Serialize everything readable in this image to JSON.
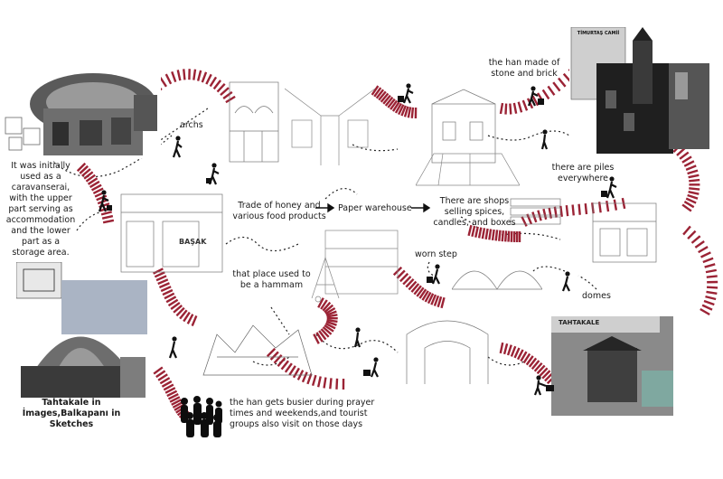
{
  "labels": {
    "archs": "archs",
    "stone_brick": "the han made of\nstone and brick",
    "piles": "there are piles\neverywhere",
    "caravanserai": "It was initially\nused as a\ncaravanserai,\nwith the upper\npart serving as\naccommodation\nand the lower\npart as a\nstorage area.",
    "trade": "Trade of honey and\nvarious food products",
    "paper": "Paper warehouse",
    "shops": "There are shops\nselling  spices,\ncandles, and boxes",
    "worn_step": "worn step",
    "hammam": "that place used to\nbe a hammam",
    "domes": "domes",
    "prayer": "the han gets busier during prayer\ntimes and weekends,and tourist\ngroups also visit on those days",
    "caption": "Tahtakale in\nİmages,Balkapanı in\nSketches"
  },
  "signs": {
    "mosque": "TİMURTAŞ CAMİİ",
    "tahtakale": "TAHTAKALE",
    "shop": "BAŞAK"
  },
  "colors": {
    "hatch": "#9b2335",
    "path": "#222222",
    "figure": "#111111"
  }
}
